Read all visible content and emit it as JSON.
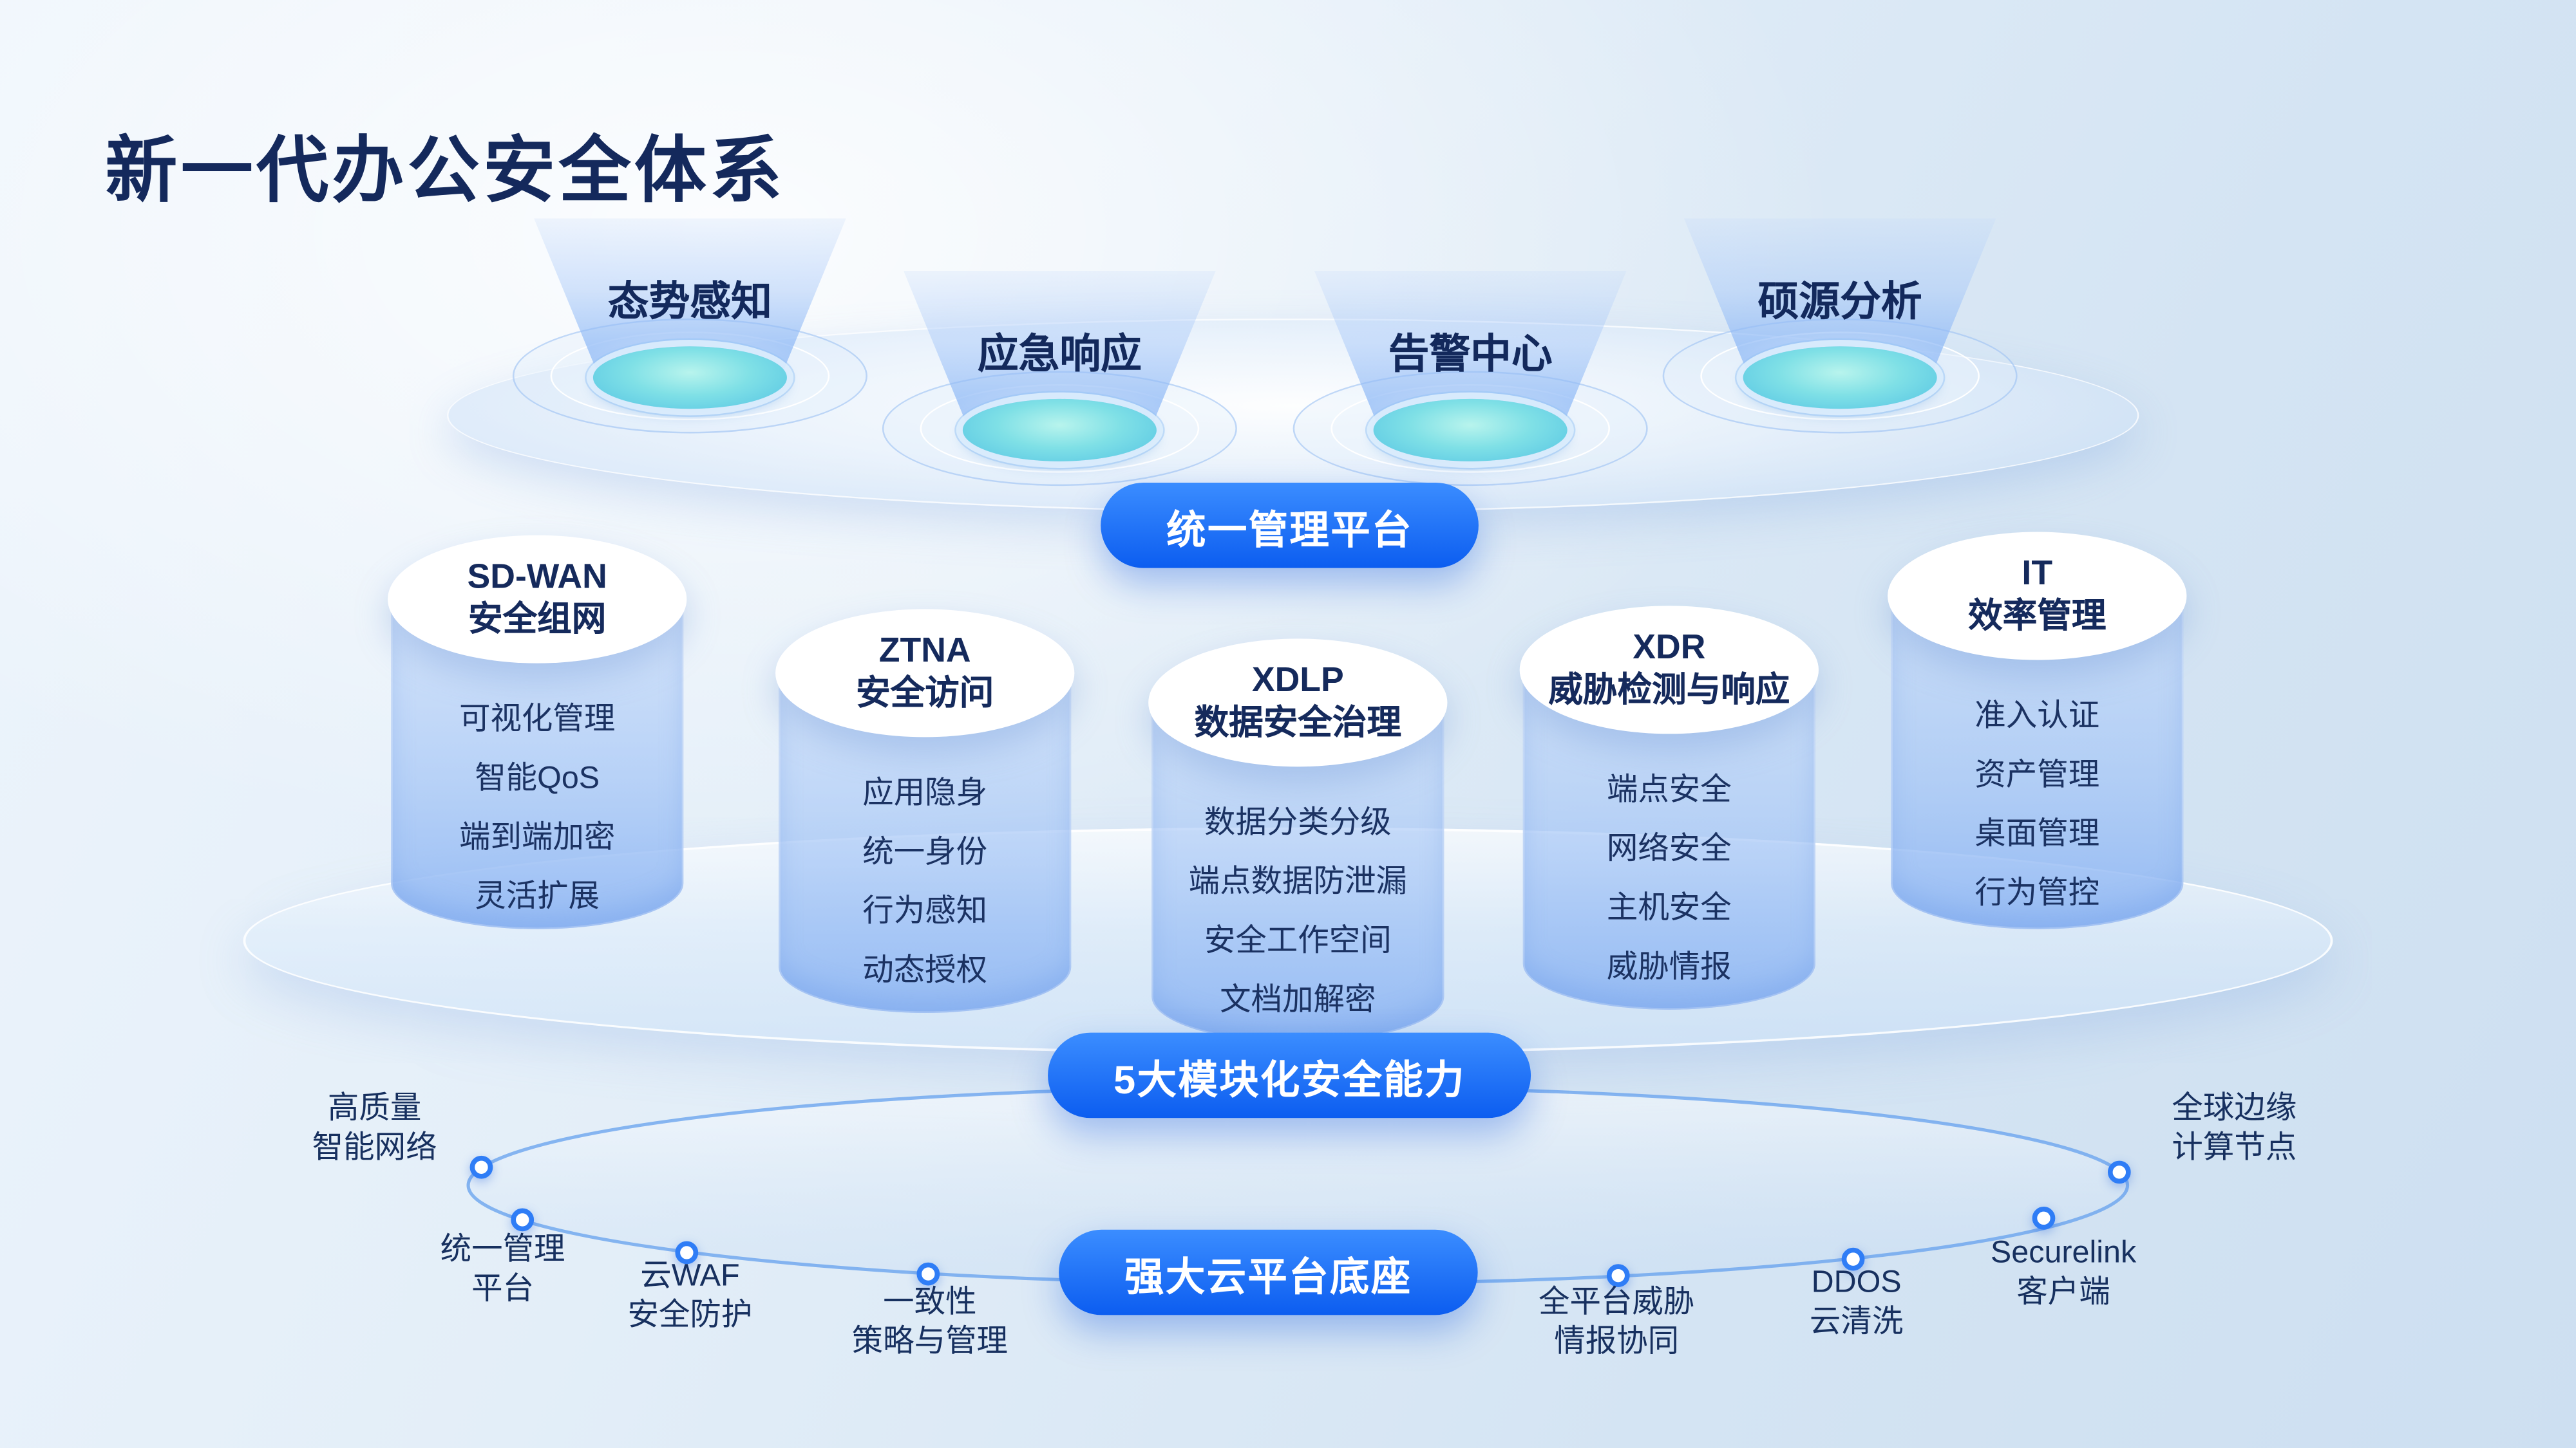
{
  "title": "新一代办公安全体系",
  "management_layer": {
    "funnels": [
      {
        "label": "态势感知"
      },
      {
        "label": "应急响应"
      },
      {
        "label": "告警中心"
      },
      {
        "label": "硕源分析"
      }
    ],
    "pill_label": "统一管理平台"
  },
  "capability_layer": {
    "pill_label": "5大模块化安全能力",
    "pillars": [
      {
        "title_top": "SD-WAN",
        "title_bottom": "安全组网",
        "items": [
          "可视化管理",
          "智能QoS",
          "端到端加密",
          "灵活扩展"
        ]
      },
      {
        "title_top": "ZTNA",
        "title_bottom": "安全访问",
        "items": [
          "应用隐身",
          "统一身份",
          "行为感知",
          "动态授权"
        ]
      },
      {
        "title_top": "XDLP",
        "title_bottom": "数据安全治理",
        "items": [
          "数据分类分级",
          "端点数据防泄漏",
          "安全工作空间",
          "文档加解密"
        ]
      },
      {
        "title_top": "XDR",
        "title_bottom": "威胁检测与响应",
        "items": [
          "端点安全",
          "网络安全",
          "主机安全",
          "威胁情报"
        ]
      },
      {
        "title_top": "IT",
        "title_bottom": "效率管理",
        "items": [
          "准入认证",
          "资产管理",
          "桌面管理",
          "行为管控"
        ]
      }
    ]
  },
  "cloud_layer": {
    "pill_label": "强大云平台底座",
    "nodes": [
      {
        "line1": "高质量",
        "line2": "智能网络"
      },
      {
        "line1": "统一管理",
        "line2": "平台"
      },
      {
        "line1": "云WAF",
        "line2": "安全防护"
      },
      {
        "line1": "一致性",
        "line2": "策略与管理"
      },
      {
        "line1": "全平台威胁",
        "line2": "情报协同"
      },
      {
        "line1": "DDOS",
        "line2": "云清洗"
      },
      {
        "line1": "Securelink",
        "line2": "客户端"
      },
      {
        "line1": "全球边缘",
        "line2": "计算节点"
      }
    ]
  },
  "colors": {
    "accent_blue": "#0c5df0",
    "navy_text": "#15295b",
    "glow_cyan": "#6fd8e6",
    "background_light": "#e9f2fa"
  }
}
